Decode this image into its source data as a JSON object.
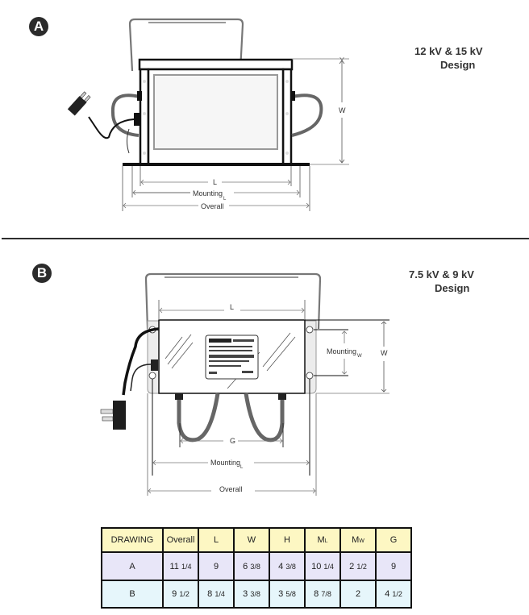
{
  "drawings": [
    {
      "id": "A",
      "badge": "A",
      "design_line1": "12 kV & 15 kV",
      "design_line2": "Design",
      "dimension_labels": {
        "length": "L",
        "mounting_l": "Mounting",
        "mounting_l_sub": "L",
        "overall": "Overall",
        "width": "W"
      }
    },
    {
      "id": "B",
      "badge": "B",
      "design_line1": "7.5 kV & 9 kV",
      "design_line2": "Design",
      "dimension_labels": {
        "length": "L",
        "mounting_w": "Mounting",
        "mounting_w_sub": "W",
        "width": "W",
        "gap": "G",
        "mounting_l": "Mounting",
        "mounting_l_sub": "L",
        "overall": "Overall"
      }
    }
  ],
  "table": {
    "headers": [
      {
        "main": "DRAWING",
        "sub": ""
      },
      {
        "main": "Overall",
        "sub": ""
      },
      {
        "main": "L",
        "sub": ""
      },
      {
        "main": "W",
        "sub": ""
      },
      {
        "main": "H",
        "sub": ""
      },
      {
        "main": "M",
        "sub": "L"
      },
      {
        "main": "M",
        "sub": "W"
      },
      {
        "main": "G",
        "sub": ""
      }
    ],
    "rows": [
      {
        "drawing": "A",
        "cells": [
          {
            "whole": "11",
            "frac": "1/4"
          },
          {
            "whole": "9",
            "frac": ""
          },
          {
            "whole": "6",
            "frac": "3/8"
          },
          {
            "whole": "4",
            "frac": "3/8"
          },
          {
            "whole": "10",
            "frac": "1/4"
          },
          {
            "whole": "2",
            "frac": "1/2"
          },
          {
            "whole": "9",
            "frac": ""
          }
        ]
      },
      {
        "drawing": "B",
        "cells": [
          {
            "whole": "9",
            "frac": "1/2"
          },
          {
            "whole": "8",
            "frac": "1/4"
          },
          {
            "whole": "3",
            "frac": "3/8"
          },
          {
            "whole": "3",
            "frac": "5/8"
          },
          {
            "whole": "8",
            "frac": "7/8"
          },
          {
            "whole": "2",
            "frac": ""
          },
          {
            "whole": "4",
            "frac": "1/2"
          }
        ]
      }
    ]
  }
}
